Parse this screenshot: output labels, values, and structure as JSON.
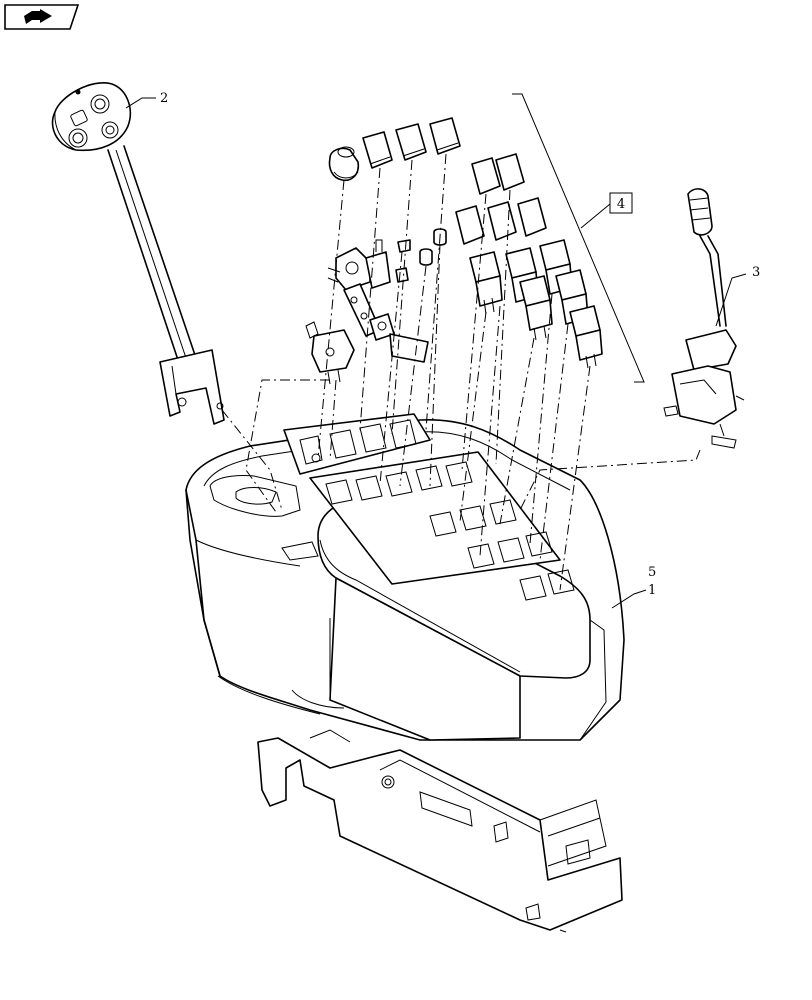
{
  "nav": {
    "icon": "next-page-arrow-icon"
  },
  "callouts": {
    "item1": "1",
    "item2": "2",
    "item3": "3",
    "item4": "4",
    "item5": "5"
  },
  "colors": {
    "line": "#000000",
    "background": "#ffffff"
  }
}
